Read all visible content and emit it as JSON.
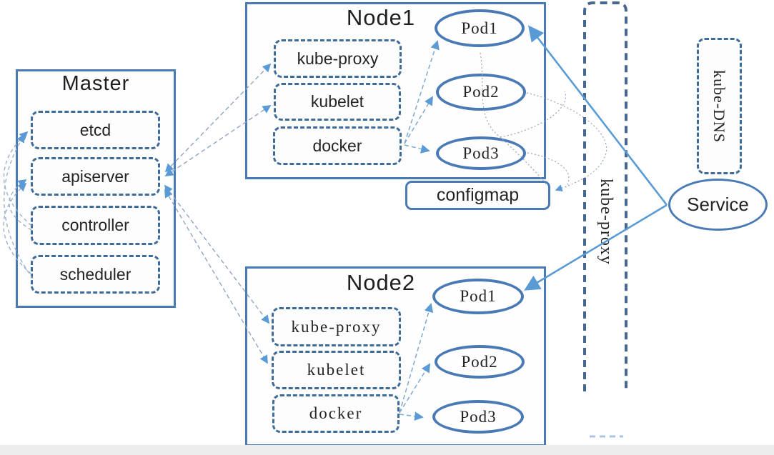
{
  "diagram": {
    "master": {
      "title": "Master",
      "components": [
        "etcd",
        "apiserver",
        "controller",
        "scheduler"
      ]
    },
    "node1": {
      "title": "Node1",
      "components": [
        "kube-proxy",
        "kubelet",
        "docker"
      ],
      "pods": [
        "Pod1",
        "Pod2",
        "Pod3"
      ]
    },
    "node2": {
      "title": "Node2",
      "components": [
        "kube-proxy",
        "kubelet",
        "docker"
      ],
      "pods": [
        "Pod1",
        "Pod2",
        "Pod3"
      ]
    },
    "configmap_label": "configmap",
    "proxy_bar_label": "kube-proxy",
    "kube_dns_label": "kube-DNS",
    "service_label": "Service",
    "colors": {
      "solid_border": "#4a7ab5",
      "dashed_border": "#3f6b99",
      "arrowhead": "#5b9bd5",
      "connector_dashed": "#8fa6c0",
      "connector_dotted": "#97a5b8",
      "text": "#222222"
    }
  }
}
